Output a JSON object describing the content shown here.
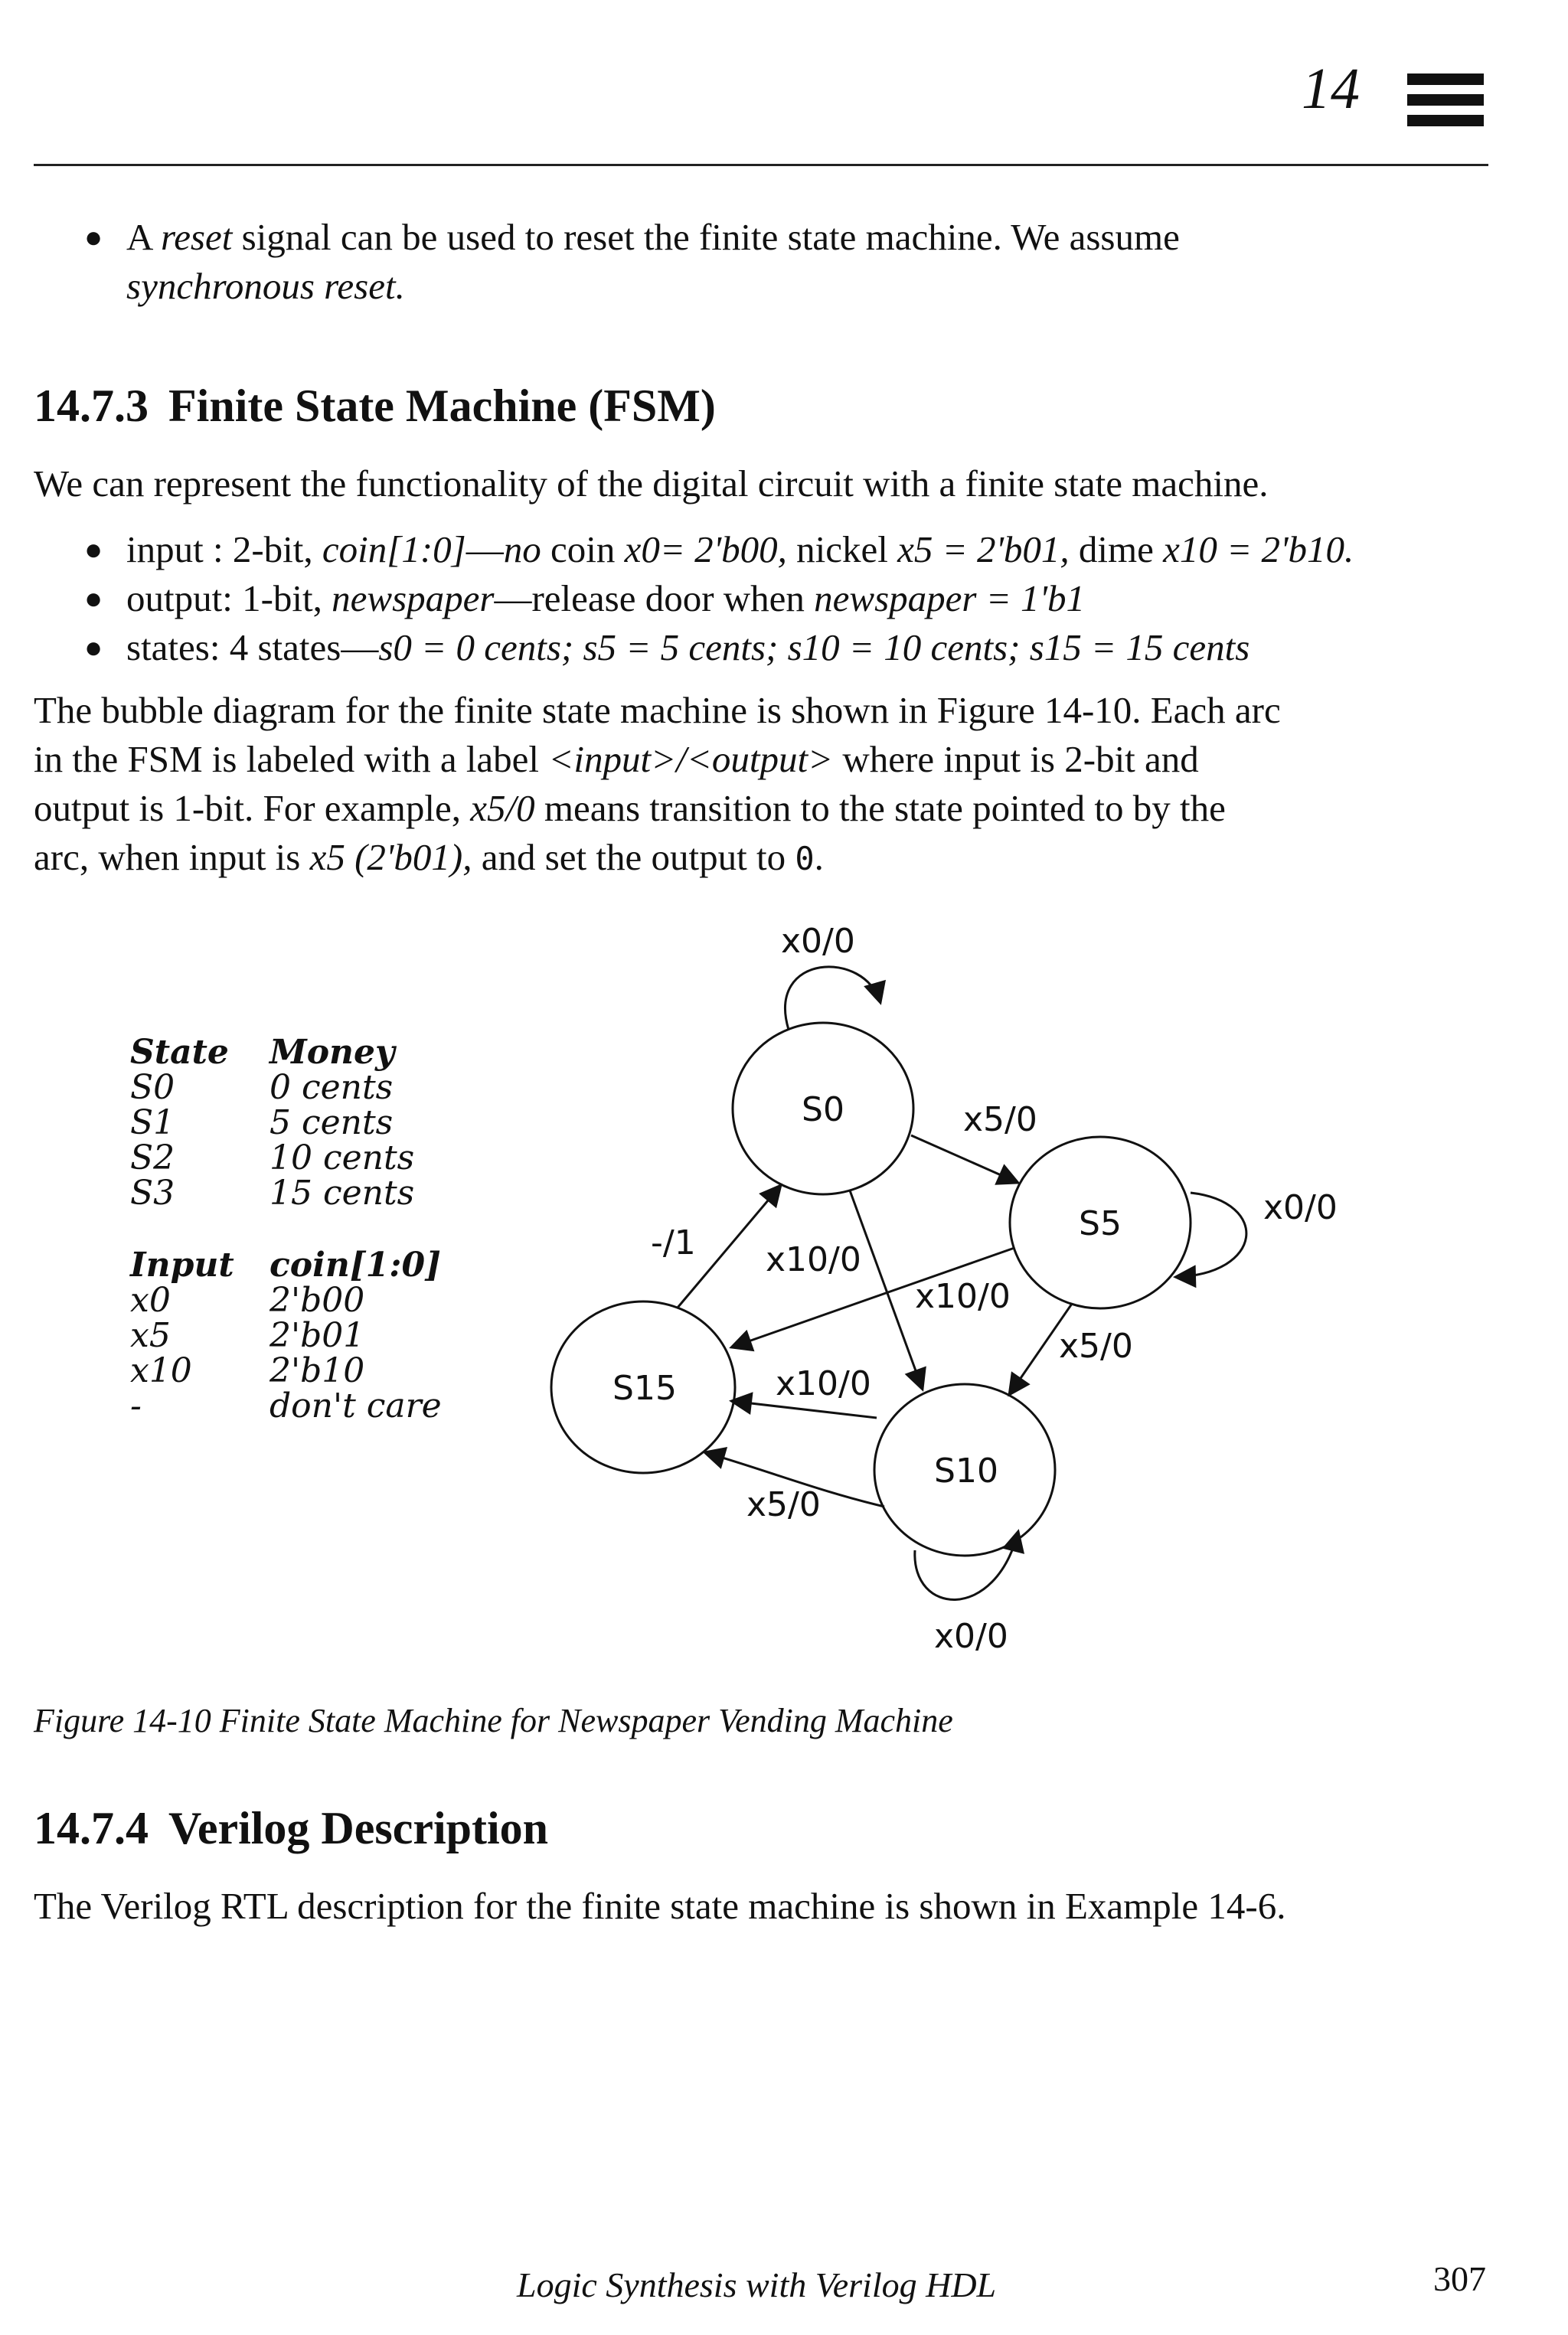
{
  "header": {
    "chapter_number": "14"
  },
  "bullet_top": {
    "part1": "A ",
    "reset": "reset",
    "part2": " signal can be used to reset the finite state machine. We assume",
    "line2": "synchronous reset."
  },
  "section_fsm": {
    "number": "14.7.3",
    "title": "Finite State Machine (FSM)"
  },
  "intro": "We can represent the functionality of the digital circuit with a finite state machine.",
  "bullets": {
    "input": {
      "a": "input : 2-bit, ",
      "coin": "coin[1:0]",
      "b": "—",
      "nocoin": "no",
      "c": " coin ",
      "x0": "x0= 2'b00,",
      "d": " nickel ",
      "x5": "x5 = 2'b01,",
      "e": " dime ",
      "x10": "x10 = 2'b10."
    },
    "output": {
      "a": "output: 1-bit, ",
      "np": "newspaper",
      "b": "—release door when ",
      "np_eq": "newspaper = 1'b1"
    },
    "states": {
      "a": "states: 4 states—",
      "list": "s0 = 0 cents; s5 = 5 cents; s10 = 10 cents; s15 = 15 cents"
    }
  },
  "bubble_paragraph": {
    "l1": "The bubble diagram for the finite state machine is shown in Figure 14-10. Each arc",
    "l2a": "in the FSM is labeled with a label ",
    "l2b": "<input>/<output>",
    "l2c": " where input is 2-bit and",
    "l3a": "output is 1-bit. For example, ",
    "l3b": "x5/0",
    "l3c": " means transition to the state pointed to by the",
    "l4a": "arc, when input is ",
    "l4b": "x5 (2'b01),",
    "l4c": " and set the output to ",
    "l4d": "0",
    "l4e": "."
  },
  "state_table": {
    "headers": [
      "State",
      "Money"
    ],
    "rows": [
      [
        "S0",
        "0 cents"
      ],
      [
        "S1",
        "5 cents"
      ],
      [
        "S2",
        "10 cents"
      ],
      [
        "S3",
        "15 cents"
      ]
    ]
  },
  "input_table": {
    "headers": [
      "Input",
      "coin[1:0]"
    ],
    "rows": [
      [
        "x0",
        "2'b00"
      ],
      [
        "x5",
        "2'b01"
      ],
      [
        "x10",
        "2'b10"
      ],
      [
        "-",
        "don't care"
      ]
    ]
  },
  "diagram": {
    "states": {
      "s0": "S0",
      "s5": "S5",
      "s10": "S10",
      "s15": "S15"
    },
    "labels": {
      "s0_self": "x0/0",
      "s0_s5": "x5/0",
      "s0_s10": "x10/0",
      "s5_self": "x0/0",
      "s5_s15": "x10/0",
      "s5_s10": "x5/0",
      "s10_s15_upper": "x10/0",
      "s10_s15_lower": "x5/0",
      "s10_self": "x0/0",
      "s15_s0": "-/1"
    }
  },
  "caption": "Figure 14-10 Finite State Machine for Newspaper Vending Machine",
  "section_verilog": {
    "number": "14.7.4",
    "title": "Verilog Description"
  },
  "verilog_paragraph": "The Verilog RTL description for the finite state machine is shown in Example 14-6.",
  "footer": {
    "book": "Logic Synthesis with Verilog HDL",
    "page": "307"
  }
}
